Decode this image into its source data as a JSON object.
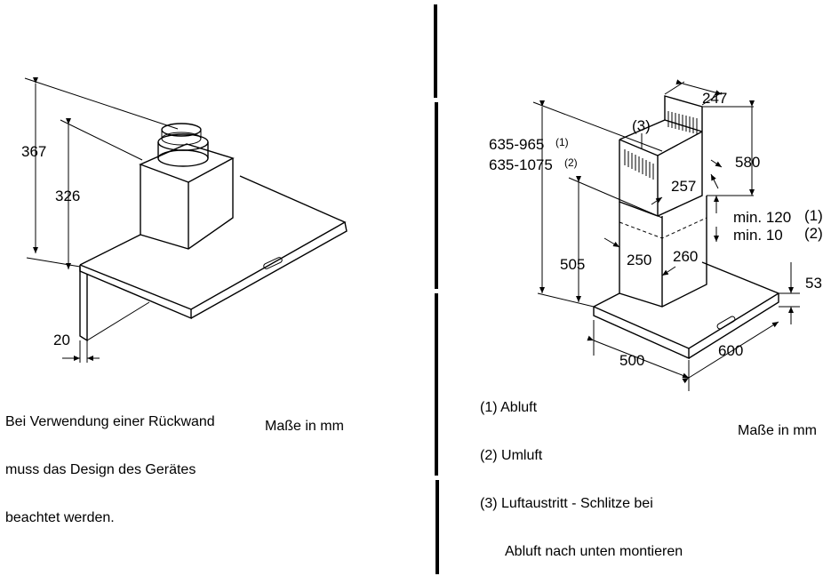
{
  "left": {
    "dimensions": {
      "total_height": "367",
      "body_height": "326",
      "wall_gap": "20"
    },
    "note_lines": [
      "Bei Verwendung einer Rückwand",
      "muss das Design des Gerätes",
      "beachtet werden."
    ],
    "units_label": "Maße in mm"
  },
  "right": {
    "dimensions": {
      "height_range_1": "635-965",
      "height_range_1_ref": "(1)",
      "height_range_2": "635-1075",
      "height_range_2_ref": "(2)",
      "chimney_height": "505",
      "chimney_width_top": "247",
      "chimney_upper_height": "580",
      "chimney_depth_upper": "257",
      "chimney_width_lower": "250",
      "chimney_depth_lower": "260",
      "overlap_min_1": "min. 120",
      "overlap_min_1_ref": "(1)",
      "overlap_min_2": "min. 10",
      "overlap_min_2_ref": "(2)",
      "canopy_height": "53",
      "width": "500",
      "depth": "600",
      "callout_3": "(3)"
    },
    "legend": [
      {
        "key": "(1)",
        "text": "Abluft"
      },
      {
        "key": "(2)",
        "text": "Umluft"
      },
      {
        "key": "(3)",
        "text": "Luftaustritt - Schlitze bei"
      },
      {
        "key": "",
        "text": "Abluft nach unten montieren"
      }
    ],
    "units_label": "Maße in mm"
  }
}
